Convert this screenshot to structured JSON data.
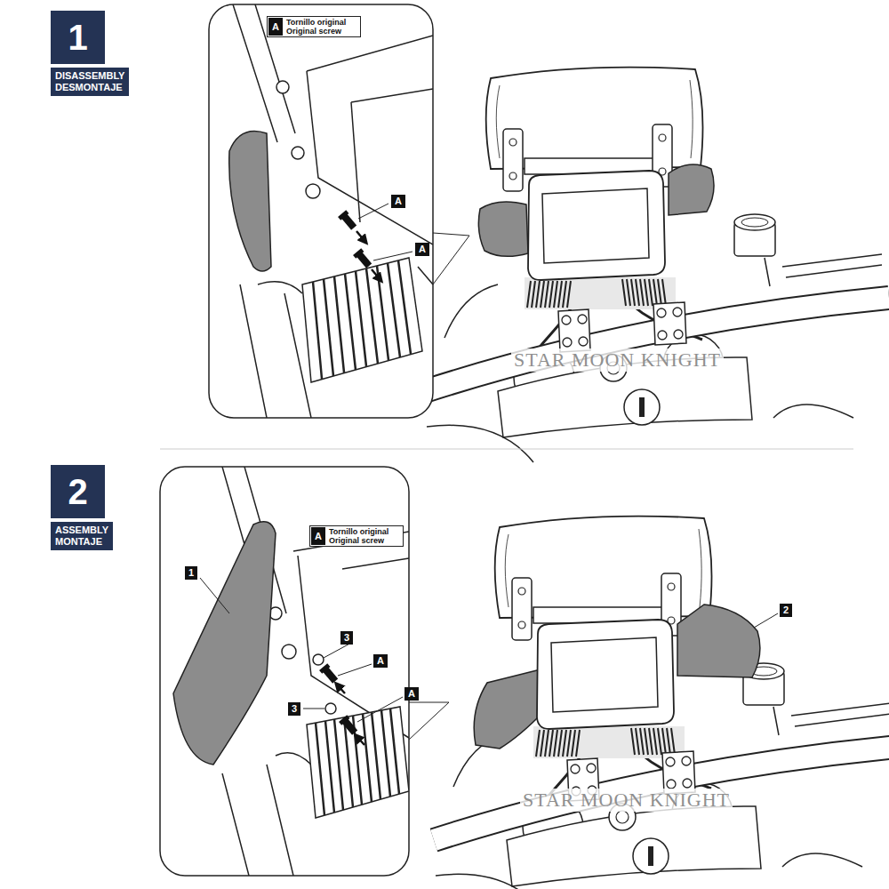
{
  "diagram": {
    "nodes": [
      {
        "text": [
          "1"
        ]
      },
      {
        "text": [
          "DISASSEMBLY DESMONTAJE"
        ]
      },
      {
        "text": [
          "A"
        ]
      },
      {
        "text": [
          "A"
        ]
      },
      {
        "text": [
          "2"
        ]
      },
      {
        "text": [
          "ASSEMBLY MONTAJE"
        ]
      },
      {
        "text": [
          "1"
        ]
      },
      {
        "text": [
          "3"
        ]
      },
      {
        "text": [
          "A"
        ]
      },
      {
        "text": [
          "3"
        ]
      },
      {
        "text": [
          "A"
        ]
      },
      {
        "text": [
          "2"
        ]
      }
    ],
    "labels": [
      "A",
      "A",
      "STAR MOON KNIGHT",
      "STAR MOON KNIGHT"
    ],
    "legend": [
      {
        "text": "Tornillo original Original screw"
      },
      {
        "text": "Tornillo original Original screw"
      }
    ]
  }
}
